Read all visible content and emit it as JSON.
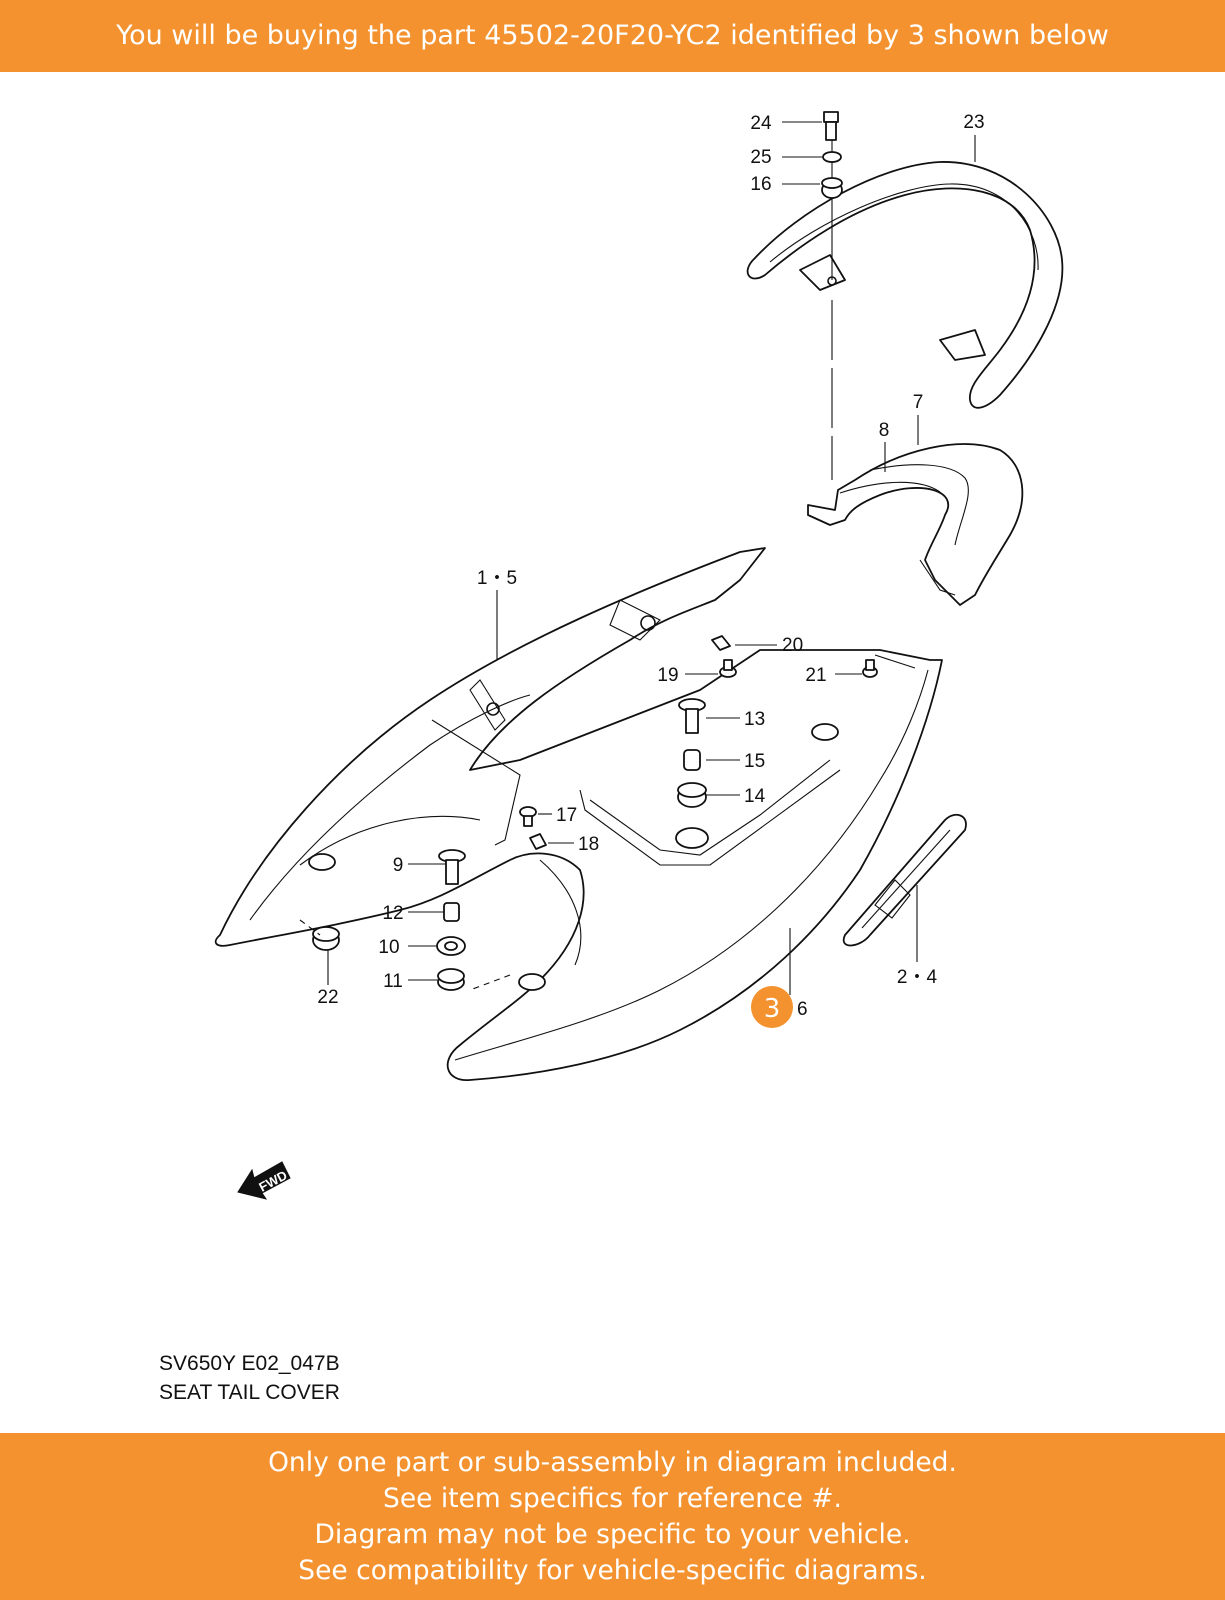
{
  "header": {
    "text": "You will be buying the part 45502-20F20-YC2 identified by 3 shown below"
  },
  "diagram": {
    "labels": {
      "l24": "24",
      "l25": "25",
      "l16": "16",
      "l23": "23",
      "l7": "7",
      "l8": "8",
      "l1_5": "1・5",
      "l20": "20",
      "l19": "19",
      "l21": "21",
      "l13": "13",
      "l15": "15",
      "l14": "14",
      "l17": "17",
      "l18": "18",
      "l9": "9",
      "l12": "12",
      "l10": "10",
      "l11": "11",
      "l22": "22",
      "l2_4": "2・4",
      "l6": "6"
    },
    "highlight": {
      "number": "3",
      "color": "#f3922f"
    },
    "fwd_label": "FWD",
    "caption_code": "SV650Y E02_047B",
    "caption_title": "SEAT TAIL COVER"
  },
  "footer": {
    "lines": [
      "Only one part or sub-assembly in diagram included.",
      "See item specifics for reference #.",
      "Diagram may not be specific to your vehicle.",
      "See compatibility for vehicle-specific diagrams."
    ]
  },
  "colors": {
    "banner": "#f3922f",
    "banner_text": "#ffffff"
  }
}
